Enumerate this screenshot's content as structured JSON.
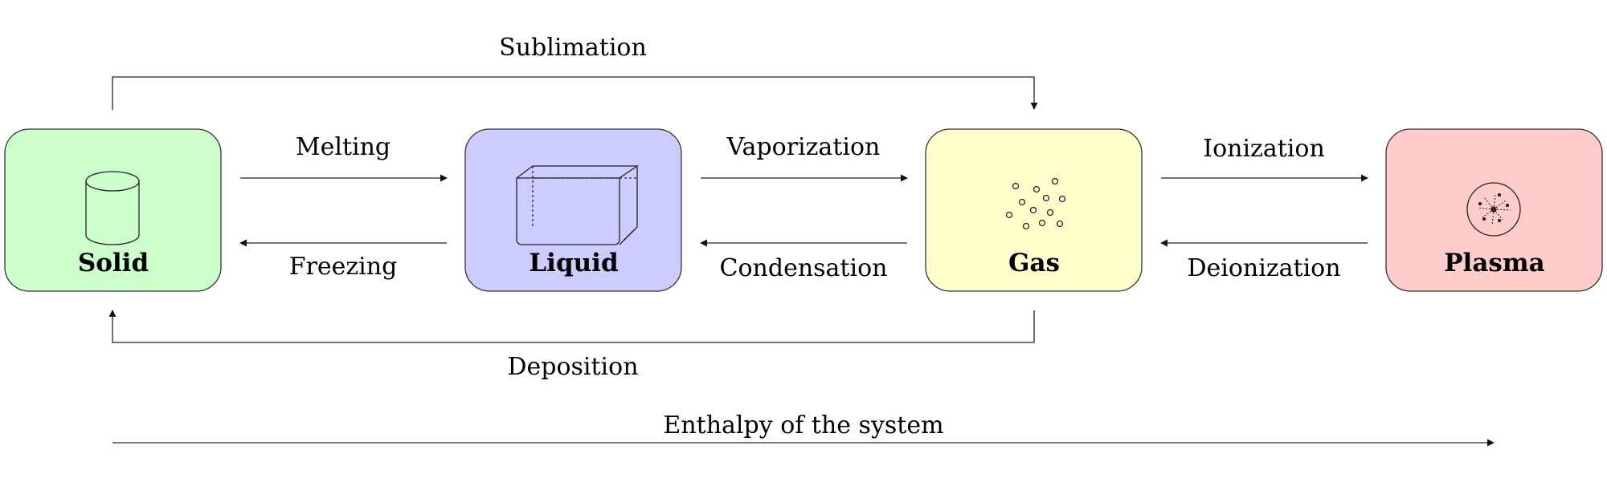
{
  "states": [
    {
      "name": "Solid",
      "color": "#ccffcc",
      "icon": "cylinder-icon"
    },
    {
      "name": "Liquid",
      "color": "#ccccff",
      "icon": "box-icon"
    },
    {
      "name": "Gas",
      "color": "#ffffcc",
      "icon": "particles-icon"
    },
    {
      "name": "Plasma",
      "color": "#ffcccc",
      "icon": "ionized-particle-icon"
    }
  ],
  "transitions": {
    "melting": "Melting",
    "freezing": "Freezing",
    "vaporization": "Vaporization",
    "condensation": "Condensation",
    "ionization": "Ionization",
    "deionization": "Deionization",
    "sublimation": "Sublimation",
    "deposition": "Deposition"
  },
  "axis_label": "Enthalpy of the system"
}
